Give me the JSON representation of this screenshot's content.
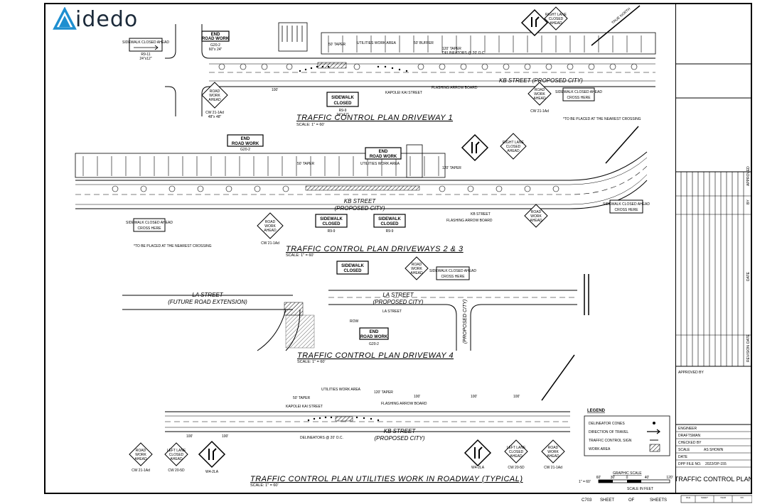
{
  "brand": {
    "name": "idedo"
  },
  "plans": {
    "p1": {
      "title": "TRAFFIC CONTROL PLAN DRIVEWAY 1",
      "scale": "SCALE: 1\" = 60'",
      "street": "KB STREET (PROPOSED CITY)"
    },
    "p2": {
      "title": "TRAFFIC CONTROL PLAN DRIVEWAYS 2 & 3",
      "scale": "SCALE: 1\" = 60'",
      "street_a": "KB STREET",
      "street_b": "(PROPOSED CITY)"
    },
    "p3": {
      "title": "TRAFFIC CONTROL PLAN DRIVEWAY 4",
      "scale": "SCALE: 1\" = 60'",
      "street_la1": "LA STREET",
      "street_la1b": "(FUTURE ROAD EXTENSION)",
      "street_la2": "LA STREET",
      "street_la2b": "(PROPOSED CITY)",
      "side": "(PROPOSED CITY)"
    },
    "p4": {
      "title": "TRAFFIC CONTROL PLAN UTILITIES WORK IN ROADWAY (TYPICAL)",
      "scale": "SCALE: 1\" = 60'",
      "street_a": "KB STREET",
      "street_b": "(PROPOSED CITY)"
    }
  },
  "signs": {
    "end_road_work": "END ROAD WORK",
    "end": "END",
    "road_work": "ROAD WORK",
    "g20": "G20-2",
    "g20_size": "60\"x 24\"",
    "sidewalk_closed_1": "SIDEWALK",
    "sidewalk_closed_2": "CLOSED",
    "r9_9": "R9-9",
    "r9_9_size": "24\"x12\"",
    "r9_11": "R9-11",
    "r9_11_size": "24\"x12\"",
    "sw_closed_ahead": "SIDEWALK CLOSED AHEAD",
    "cross_here": "CROSS HERE",
    "road_work_ahead_1": "ROAD",
    "road_work_ahead_2": "WORK",
    "road_work_ahead_3": "AHEAD",
    "cw21": "CW 21-1Ad",
    "cw21_size": "48\"x 48\"",
    "right_lane_closed_1": "RIGHT LANE",
    "right_lane_closed_2": "CLOSED",
    "right_lane_closed_3": "AHEAD",
    "left_lane_closed_1": "LEFT LANE",
    "left_lane_closed_2": "CLOSED",
    "left_lane_closed_3": "AHEAD",
    "cw20": "CW 20-5D",
    "w4": "W4-2LA",
    "true_north": "TRUE NORTH",
    "flashing_arrow": "FLASHING ARROW BOARD",
    "utilities_work_area": "UTILITIES WORK AREA",
    "taper_50": "50' TAPER",
    "buffer_50": "50' BUFFER",
    "taper_120": "120' TAPER",
    "delineators": "DELINEATORS @ 20' O.C.",
    "placed_note": "*TO BE PLACED AT THE NEAREST CROSSING",
    "kapolei": "KAPOLEI KAI STREET",
    "kb_street": "KB STREET",
    "la_street": "LA STREET",
    "row": "ROW",
    "dist_100": "100'",
    "dist_50": "50'"
  },
  "legend": {
    "title": "LEGEND",
    "items": [
      "DELINEATOR CONES",
      "DIRECTION OF TRAVEL",
      "TRAFFIC CONTROL SIGN",
      "WORK AREA"
    ]
  },
  "graphic_scale": {
    "label": "GRAPHIC SCALE",
    "unit": "SCALE IN FEET",
    "ratio": "1\" = 60'",
    "ticks": [
      "60'",
      "30'",
      "0",
      "40'",
      "120'"
    ]
  },
  "title_block": {
    "approved_by": "APPROVED BY",
    "rows": [
      {
        "label": "ENGINEER",
        "value": ""
      },
      {
        "label": "DRAFTSMAN",
        "value": ""
      },
      {
        "label": "CHECKED BY",
        "value": ""
      },
      {
        "label": "SCALE",
        "value": "AS SHOWN"
      },
      {
        "label": "DATE",
        "value": ""
      },
      {
        "label": "DPP FILE NO.",
        "value": "2022/OP-155"
      }
    ],
    "sheet_title": "TRAFFIC CONTROL PLAN",
    "rev_labels": [
      "APPROVED",
      "BY",
      "DATE",
      "DATE",
      "REVISION"
    ],
    "bottom_cells": [
      "FILE",
      "SHEET",
      "YEAR",
      "NO."
    ]
  },
  "sheet_footer": {
    "code": "C703",
    "sheet": "SHEET",
    "of": "OF",
    "sheets": "SHEETS"
  }
}
